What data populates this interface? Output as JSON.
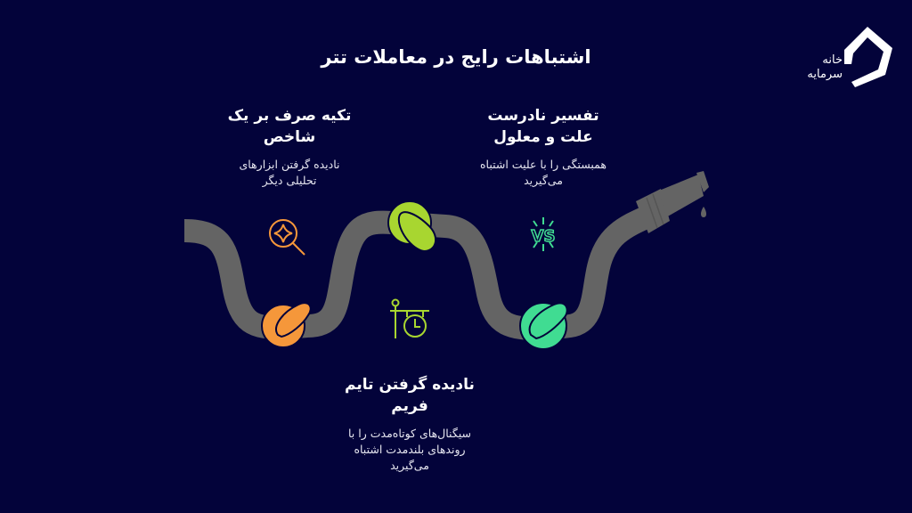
{
  "title": "اشتباهات رایج در معاملات تتر",
  "logo": {
    "line1": "خانه",
    "line2": "سرمایه",
    "icon": "house-logo-icon"
  },
  "colors": {
    "background": "#03033a",
    "hose": "#646464",
    "orange": "#f5973a",
    "lime": "#a8d630",
    "green": "#40dc92",
    "text": "#ffffff"
  },
  "mistakes": [
    {
      "title": "تکیه صرف بر یک شاخص",
      "description": "نادیده گرفتن ابزارهای تحلیلی دیگر",
      "icon": "magnifier-sparkle-icon",
      "color": "#f5973a"
    },
    {
      "title": "نادیده گرفتن تایم فریم",
      "description": "سیگنال‌های کوتاه‌مدت را با روندهای بلندمدت اشتباه می‌گیرید",
      "icon": "hanging-clock-icon",
      "color": "#a8d630"
    },
    {
      "title": "تفسیر نادرست علت و معلول",
      "description": "همبستگی را با علیت اشتباه می‌گیرید",
      "icon": "vs-icon",
      "color": "#40dc92"
    }
  ]
}
